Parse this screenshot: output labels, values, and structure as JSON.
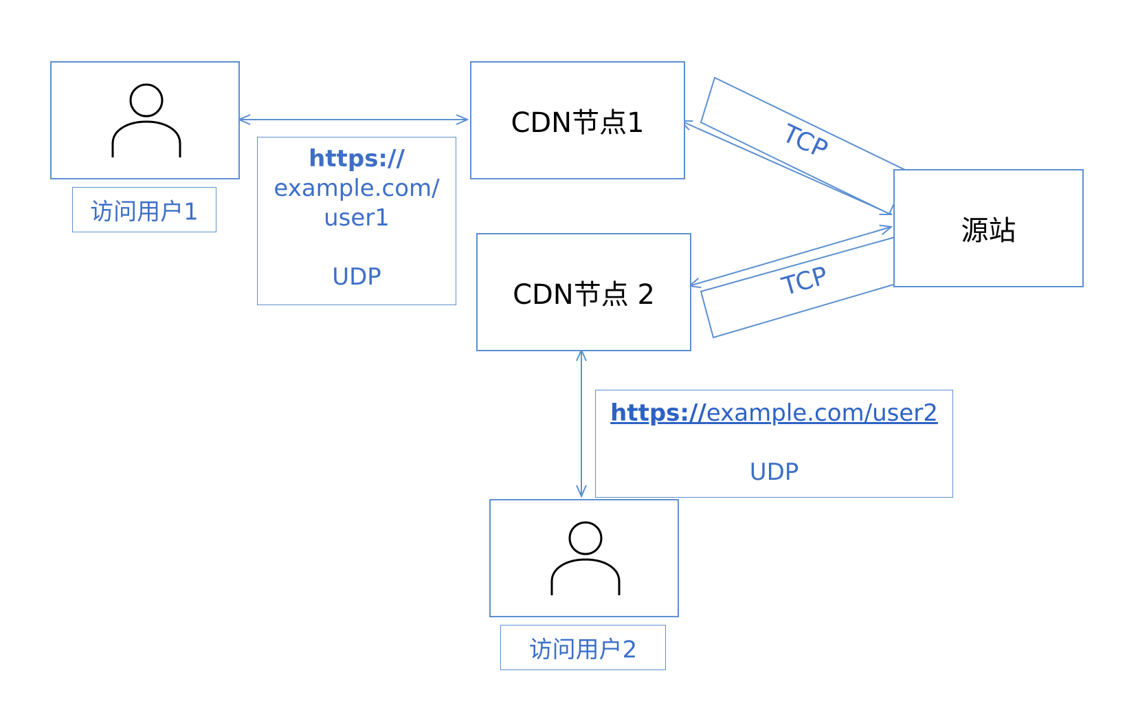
{
  "nodes": {
    "cdn1": "CDN节点1",
    "cdn2": "CDN节点 2",
    "origin": "源站"
  },
  "users": {
    "user1_label": "访问用户1",
    "user2_label": "访问用户2"
  },
  "connections": {
    "user1_cdn1": {
      "url_scheme": "https://",
      "url_rest_lines": [
        "example.com/",
        "user1"
      ],
      "protocol": "UDP"
    },
    "user2_cdn2": {
      "url_scheme": "https://",
      "url_rest": "example.com/user2",
      "protocol": "UDP"
    },
    "cdn1_origin": {
      "protocol": "TCP"
    },
    "cdn2_origin": {
      "protocol": "TCP"
    }
  },
  "colors": {
    "accent": "#5b8fd0",
    "text_blue": "#3d6fc7",
    "link_blue": "#2d62c4",
    "icon": "#000000"
  },
  "icons": {
    "user1": "person-icon",
    "user2": "person-icon"
  }
}
